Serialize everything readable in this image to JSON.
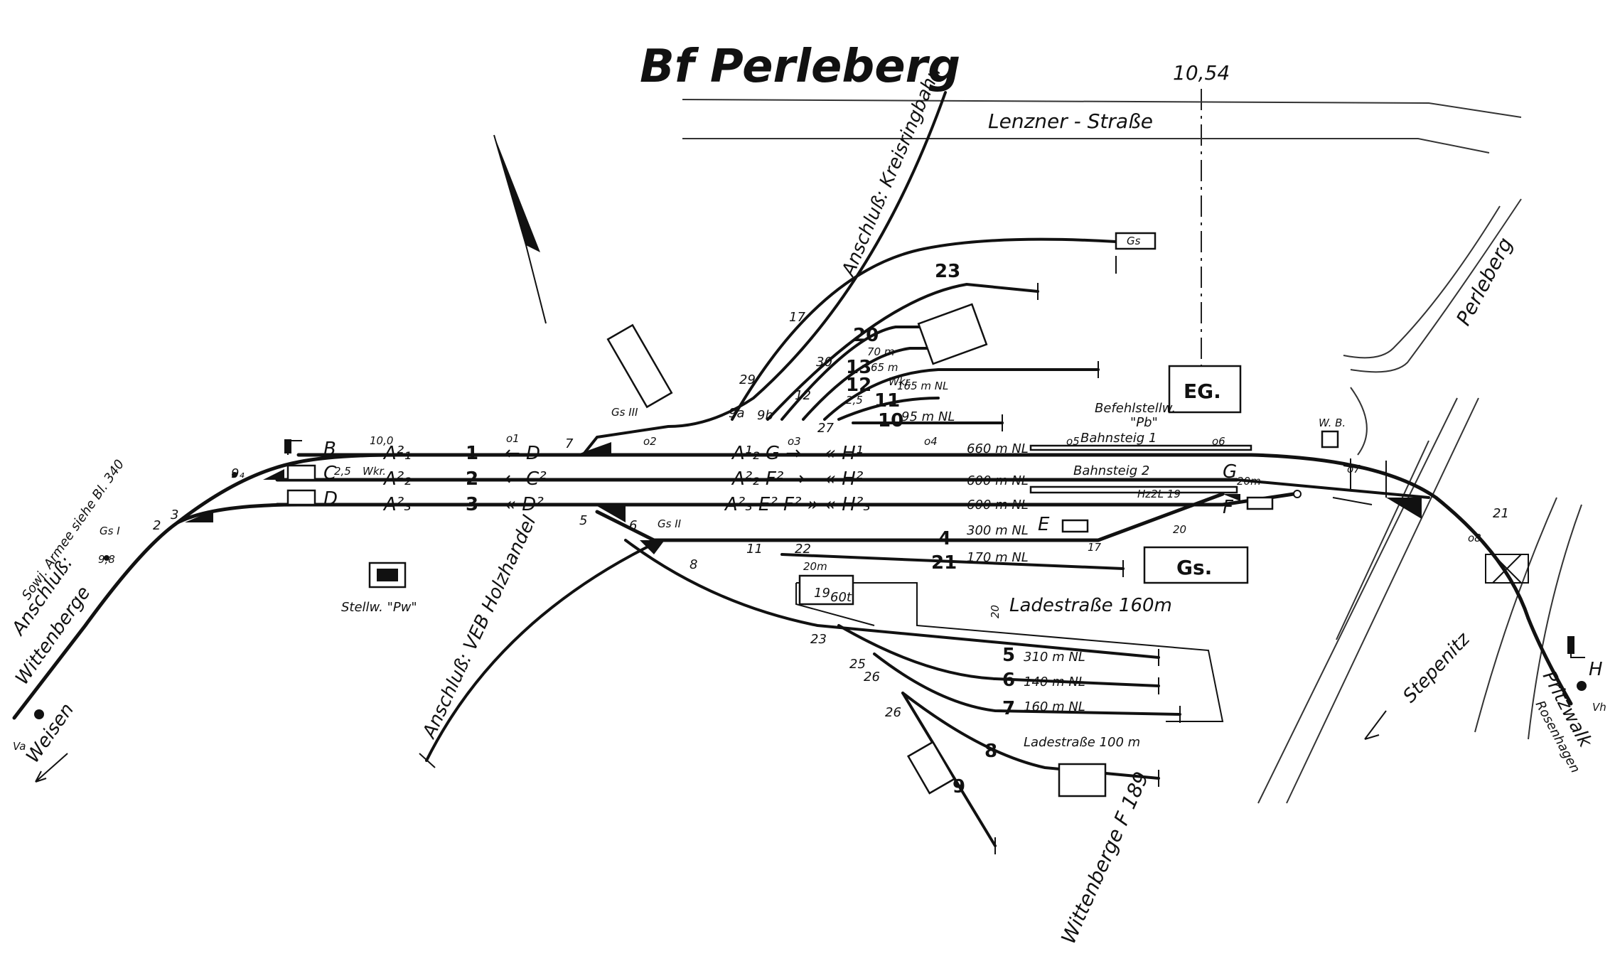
{
  "title": "Bf Perleberg",
  "km": "10,54",
  "roads": {
    "lenzner": "Lenzner - Straße",
    "perleberg": "Perleberg",
    "f189": "Wittenberge    F 189",
    "stepenitz": "Stepenitz"
  },
  "connections": {
    "kreisringbahn": "Anschluß: Kreisringbahn",
    "holzhandel": "Anschluß: VEB Holzhandel",
    "sowj_top": "Sowj. Armee  siehe Bl. 340",
    "sowj_bottom": "Anschluß:",
    "wittenberge": "Wittenberge",
    "weisen": "Weisen",
    "pritzwalk": "Pritzwalk",
    "rosenhagen": "Rosenhagen"
  },
  "buildings": {
    "eg": "EG.",
    "gs_top": "Gs",
    "gs_main": "Gs.",
    "befehlstellwerk_line1": "Befehlstellw.",
    "befehlstellwerk_line2": "\"Pb\"",
    "stellwerk_pw": "Stellw. \"Pw\"",
    "wb": "W. B.",
    "crane": "60t"
  },
  "platforms": {
    "bahnsteig1": "Bahnsteig 1",
    "bahnsteig2": "Bahnsteig 2",
    "ladestrasse160": "Ladestraße 160m",
    "ladestrasse100": "Ladestraße 100 m"
  },
  "tracks": [
    {
      "num": "1",
      "length": "660 m NL"
    },
    {
      "num": "2",
      "length": "600 m NL"
    },
    {
      "num": "3",
      "length": "600 m NL"
    },
    {
      "num": "4",
      "length": "300 m NL"
    },
    {
      "num": "21",
      "length": "170 m NL"
    },
    {
      "num": "10",
      "length": "95 m NL"
    },
    {
      "num": "11",
      "length": "165 m NL"
    },
    {
      "num": "13",
      "length": "70 m"
    },
    {
      "num": "12",
      "length": "65 m"
    },
    {
      "num": "5",
      "length": "310 m NL"
    },
    {
      "num": "6",
      "length": "140 m NL"
    },
    {
      "num": "7",
      "length": "160 m NL"
    },
    {
      "num": "8",
      "length": ""
    },
    {
      "num": "9",
      "length": ""
    },
    {
      "num": "23",
      "length": ""
    },
    {
      "num": "20",
      "length": ""
    },
    {
      "num": "19",
      "length": ""
    }
  ],
  "signals": {
    "B": "B",
    "C": "C",
    "D": "D",
    "E": "E",
    "F": "F",
    "G": "G",
    "H": "H",
    "A1_2": "A²₁",
    "A2_2": "A²₂",
    "A2_3": "A²₃",
    "track1_left": "← D",
    "track1_mid": "A¹₂ G →",
    "track1_right": "« H¹",
    "track2_left": "← C²",
    "track2_mid": "A²₂ F² →",
    "track2_right": "« H²",
    "track3_left": "« D²",
    "track3_mid": "A²₃ E² F² »",
    "track3_right": "« H²₃"
  },
  "switch_numbers": [
    "2",
    "3",
    "5",
    "6",
    "7",
    "8",
    "9a",
    "9b",
    "11",
    "12",
    "17",
    "21",
    "22",
    "23",
    "25",
    "26",
    "26",
    "27",
    "29",
    "30",
    "9₄",
    "9,8",
    "10,0",
    "20m",
    "20m",
    "2,5",
    "2,5",
    "Wkr.",
    "Wkr.",
    "Hz2L 19",
    "Gs I",
    "Gs II",
    "Gs III",
    "Va",
    "Vh",
    "o1",
    "o2",
    "o3",
    "o4",
    "o5",
    "o6",
    "o7",
    "o8",
    "17",
    "20",
    "20"
  ]
}
